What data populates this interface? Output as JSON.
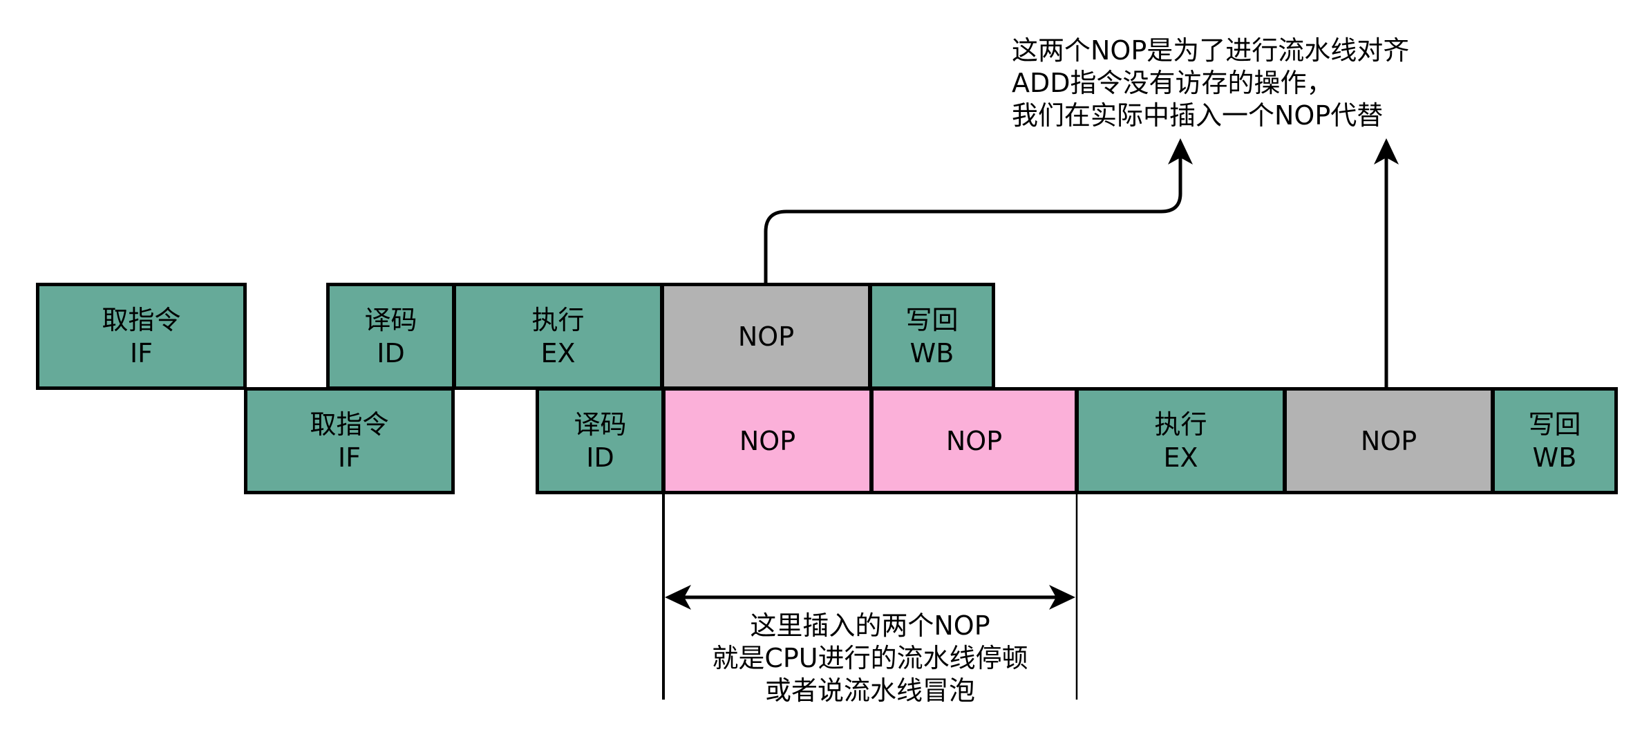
{
  "colors": {
    "stage": "#66aa99",
    "nop_memory": "#b3b3b3",
    "nop_stall": "#fbb0d9",
    "stroke": "#000000"
  },
  "row1": {
    "fetch": {
      "line1": "取指令",
      "line2": "IF"
    },
    "decode": {
      "line1": "译码",
      "line2": "ID"
    },
    "execute": {
      "line1": "执行",
      "line2": "EX"
    },
    "nop": {
      "label": "NOP"
    },
    "writeback": {
      "line1": "写回",
      "line2": "WB"
    }
  },
  "row2": {
    "fetch": {
      "line1": "取指令",
      "line2": "IF"
    },
    "decode": {
      "line1": "译码",
      "line2": "ID"
    },
    "stall1": {
      "label": "NOP"
    },
    "stall2": {
      "label": "NOP"
    },
    "execute": {
      "line1": "执行",
      "line2": "EX"
    },
    "nop": {
      "label": "NOP"
    },
    "writeback": {
      "line1": "写回",
      "line2": "WB"
    }
  },
  "annotations": {
    "top": [
      "这两个NOP是为了进行流水线对齐",
      "ADD指令没有访存的操作，",
      "我们在实际中插入一个NOP代替"
    ],
    "bottom": [
      "这里插入的两个NOP",
      "就是CPU进行的流水线停顿",
      "或者说流水线冒泡"
    ]
  }
}
